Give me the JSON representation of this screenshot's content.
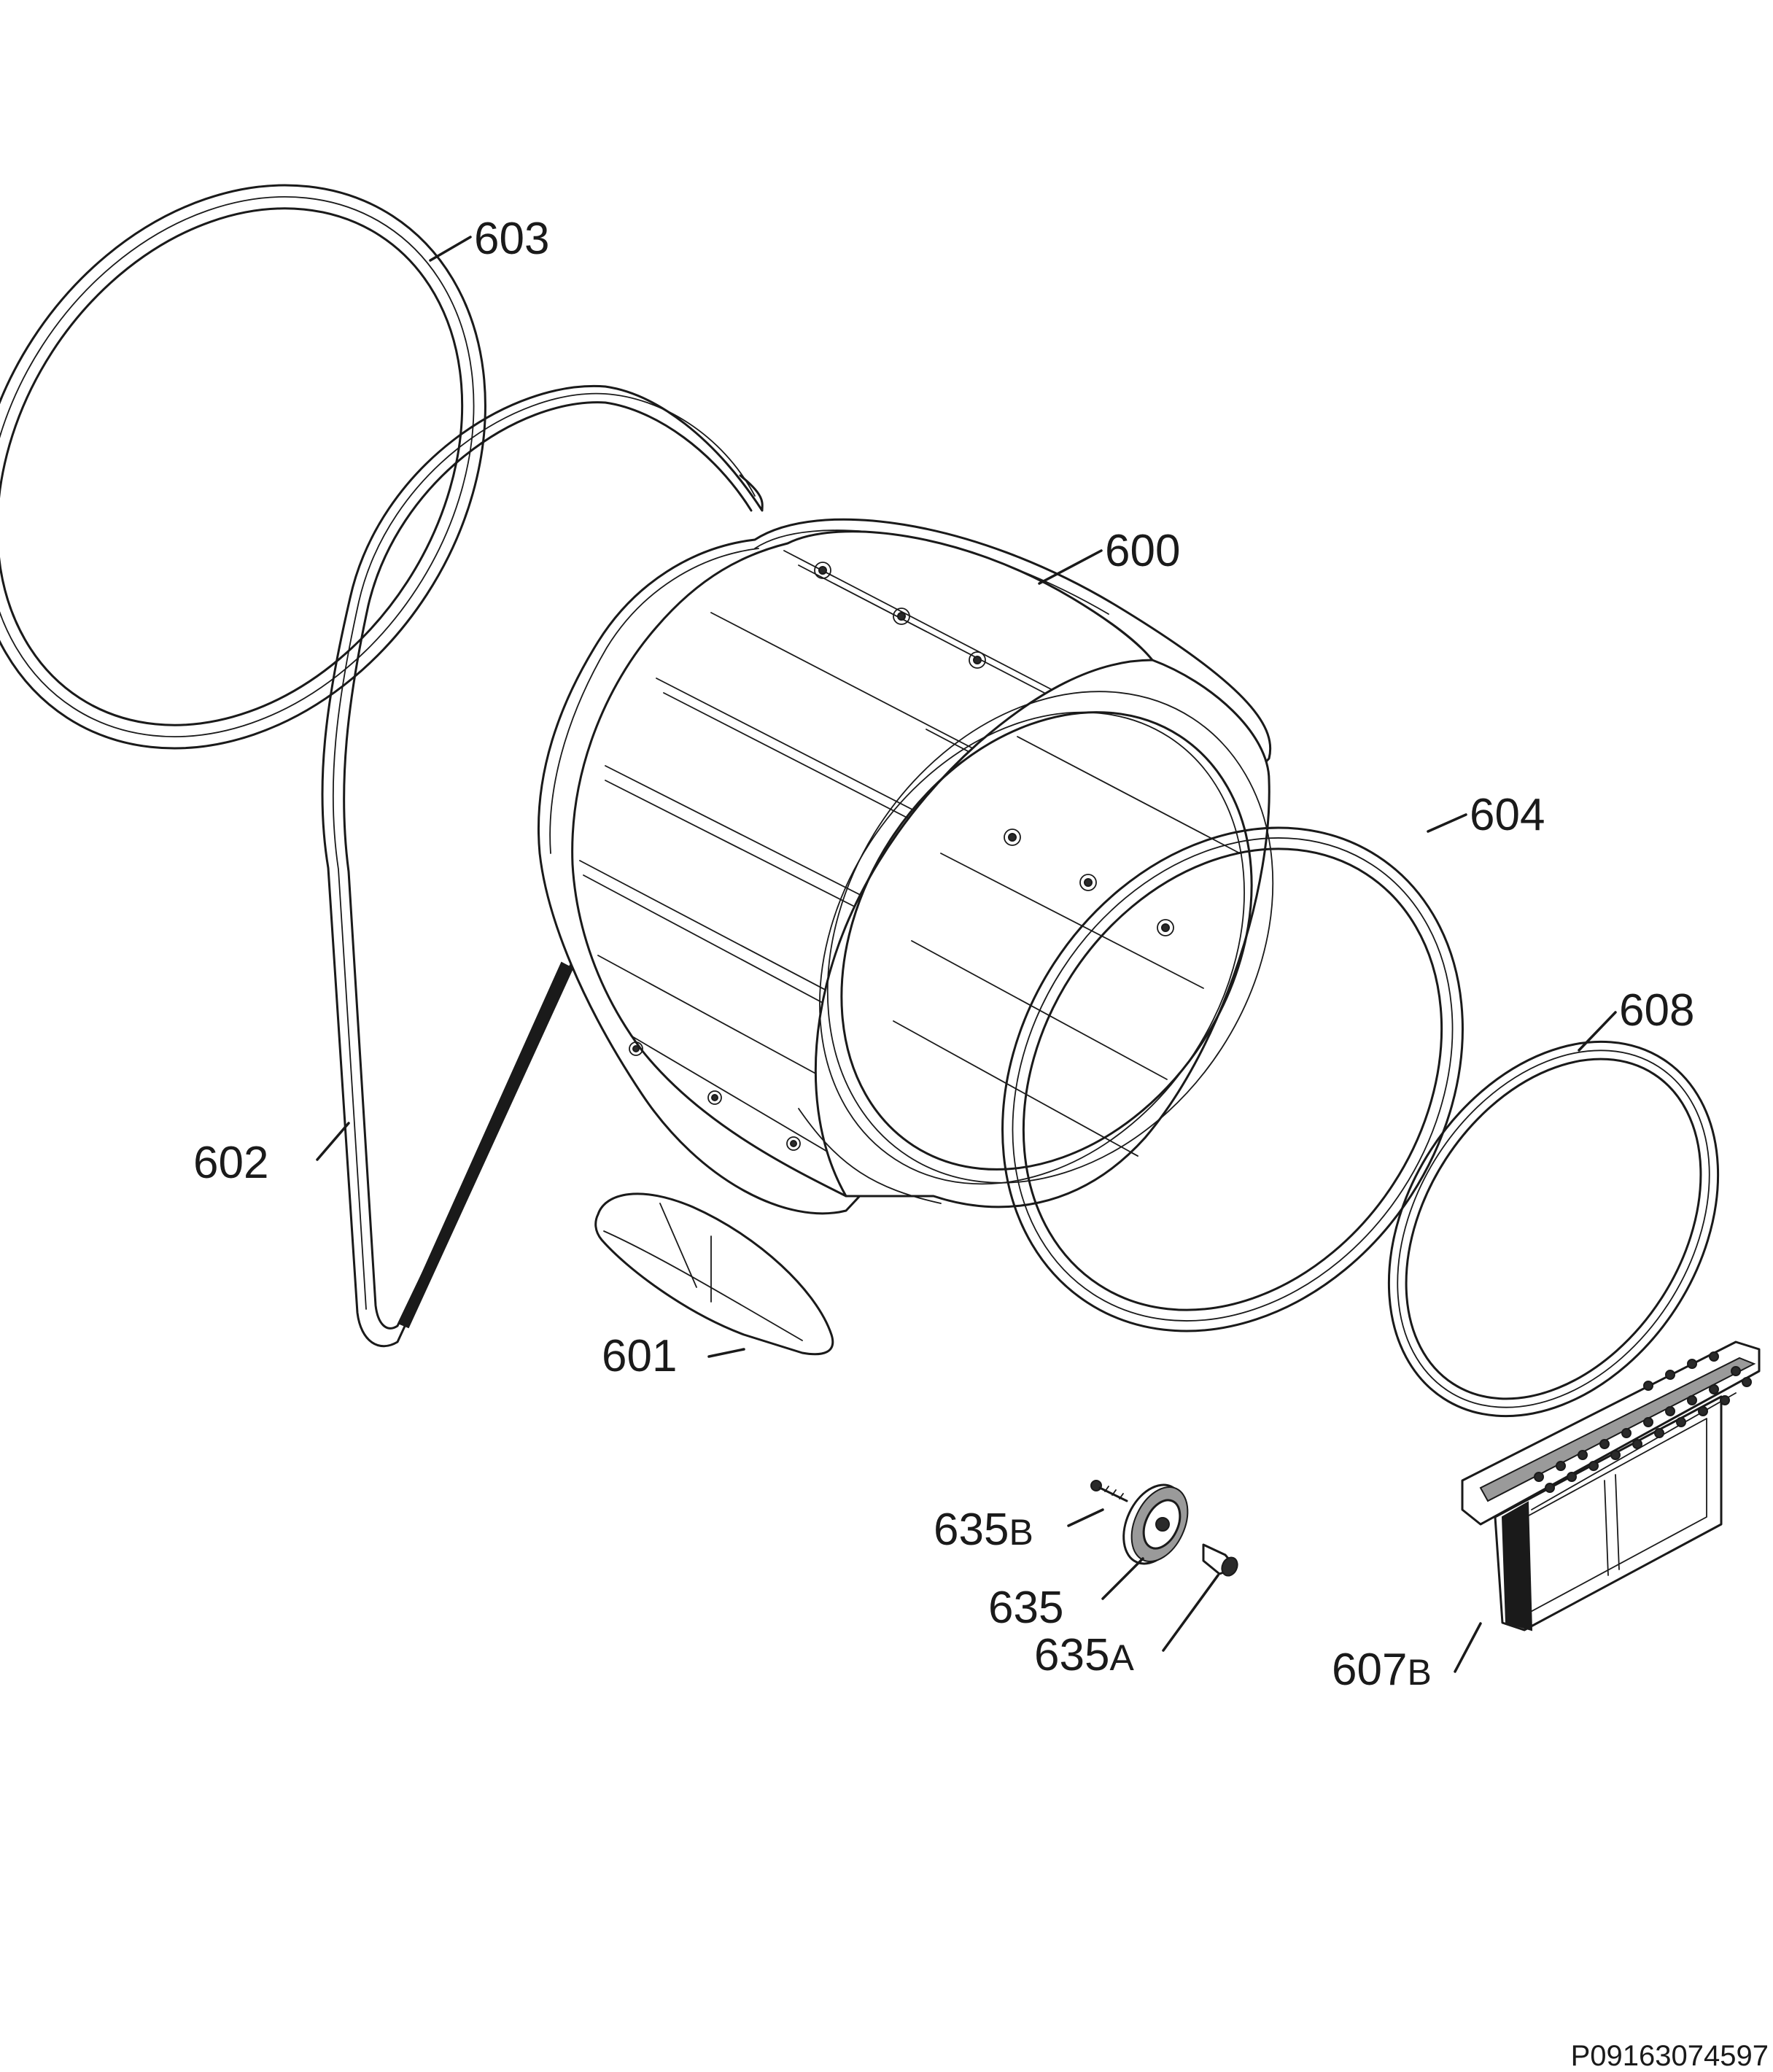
{
  "diagram": {
    "parts": [
      {
        "id": "600",
        "code": "600",
        "suffix": "",
        "name": "drum"
      },
      {
        "id": "601",
        "code": "601",
        "suffix": "",
        "name": "drum-lifter"
      },
      {
        "id": "602",
        "code": "602",
        "suffix": "",
        "name": "drive-belt"
      },
      {
        "id": "603",
        "code": "603",
        "suffix": "",
        "name": "rear-drum-seal"
      },
      {
        "id": "604",
        "code": "604",
        "suffix": "",
        "name": "front-drum-seal"
      },
      {
        "id": "608",
        "code": "608",
        "suffix": "",
        "name": "filter-gasket"
      },
      {
        "id": "607B",
        "code": "607",
        "suffix": "B",
        "name": "lint-filter"
      },
      {
        "id": "635",
        "code": "635",
        "suffix": "",
        "name": "drum-support-roller"
      },
      {
        "id": "635A",
        "code": "635",
        "suffix": "A",
        "name": "roller-bushing"
      },
      {
        "id": "635B",
        "code": "635",
        "suffix": "B",
        "name": "roller-screw"
      }
    ],
    "document_id": "P09163074597"
  },
  "colors": {
    "line": "#1a1a1a",
    "background": "#ffffff"
  }
}
